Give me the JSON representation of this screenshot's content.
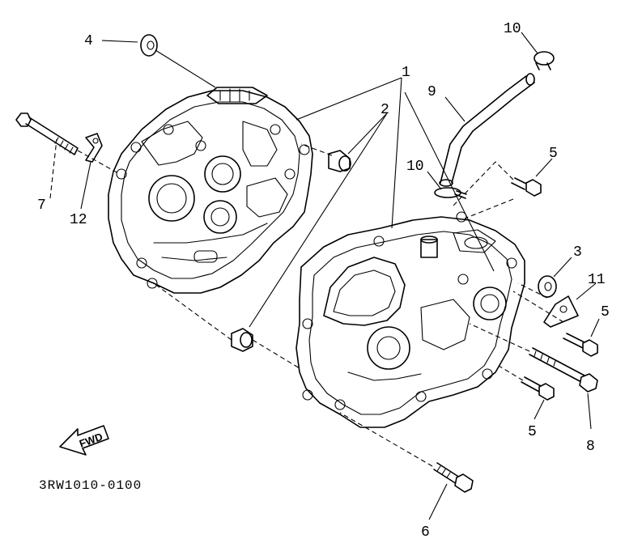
{
  "diagram": {
    "part_number": "3RW1010-0100",
    "direction_label": "FWD",
    "callouts": [
      {
        "id": "c1",
        "label": "1"
      },
      {
        "id": "c2",
        "label": "2"
      },
      {
        "id": "c3",
        "label": "3"
      },
      {
        "id": "c4",
        "label": "4"
      },
      {
        "id": "c5a",
        "label": "5"
      },
      {
        "id": "c5b",
        "label": "5"
      },
      {
        "id": "c5c",
        "label": "5"
      },
      {
        "id": "c6",
        "label": "6"
      },
      {
        "id": "c7",
        "label": "7"
      },
      {
        "id": "c8",
        "label": "8"
      },
      {
        "id": "c9",
        "label": "9"
      },
      {
        "id": "c10a",
        "label": "10"
      },
      {
        "id": "c10b",
        "label": "10"
      },
      {
        "id": "c11",
        "label": "11"
      },
      {
        "id": "c12",
        "label": "12"
      }
    ]
  }
}
